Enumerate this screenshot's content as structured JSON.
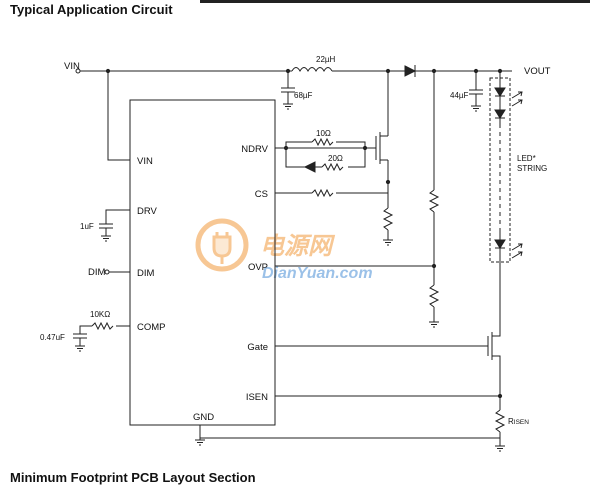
{
  "page": {
    "heading": "Typical Application Circuit",
    "footer": "Minimum Footprint PCB Layout Section"
  },
  "nets": {
    "vin": "VIN",
    "vout": "VOUT",
    "dim": "DIM"
  },
  "ic": {
    "pins": {
      "vin": "VIN",
      "drv": "DRV",
      "dim": "DIM",
      "comp": "COMP",
      "ndrv": "NDRV",
      "cs": "CS",
      "ovp": "OVP",
      "gate": "Gate",
      "isen": "ISEN",
      "gnd": "GND"
    }
  },
  "components": {
    "inductor": "22µH",
    "c_in": "68µF",
    "c_out": "44µF",
    "c_drv": "1uF",
    "c_comp": "0.47uF",
    "r_comp": "10KΩ",
    "r_ndrv_1": "10Ω",
    "r_ndrv_2": "20Ω",
    "r_sense_main": "R",
    "r_sense_sub": "ISEN"
  },
  "led": {
    "label_line1": "LED*",
    "label_line2": "STRING"
  },
  "watermark": {
    "cn": "电源网",
    "en": "DianYuan.com"
  },
  "colors": {
    "wire": "#222222",
    "watermark_orange": "#f29a3d",
    "watermark_blue": "#4a8fd6"
  }
}
